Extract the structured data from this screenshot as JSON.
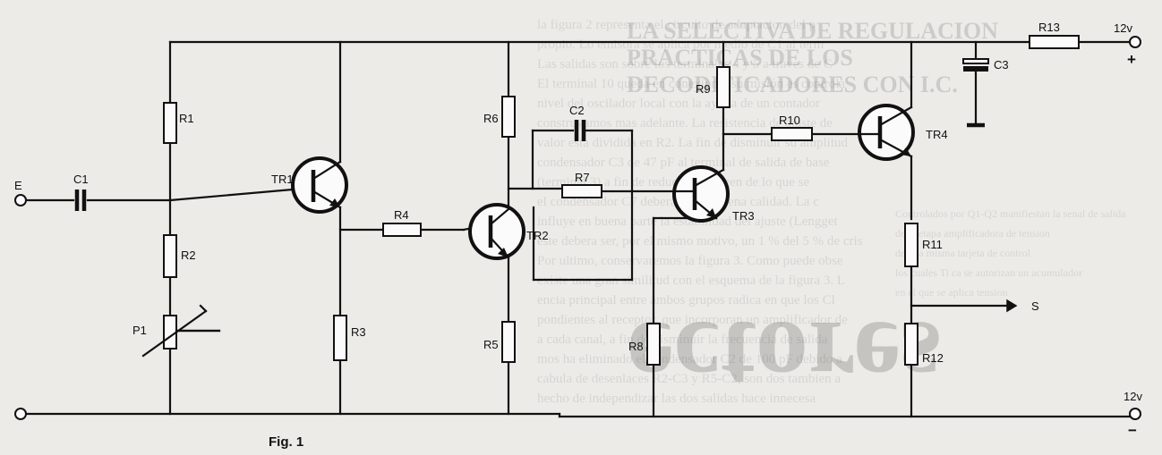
{
  "figure": {
    "caption": "Fig. 1",
    "input_label": "E",
    "output_label": "S",
    "supply_top": "12v",
    "supply_bottom": "12v",
    "plus_sign": "+",
    "minus_sign": "−"
  },
  "components": {
    "resistors": [
      "R1",
      "R2",
      "R3",
      "R4",
      "R5",
      "R6",
      "R7",
      "R8",
      "R9",
      "R10",
      "R11",
      "R12",
      "R13"
    ],
    "capacitors": [
      "C1",
      "C2",
      "C3"
    ],
    "transistors": [
      "TR1",
      "TR2",
      "TR3",
      "TR4"
    ],
    "potentiometer": "P1"
  },
  "background_text": [
    "la figura 2 representa el circuito de adaptacion del p",
    "propio. Lo emisora se aplica por medio de C1 al term",
    "Las salidas son sobre los terminales 4 y 5 a traves de C",
    "El terminal 10 queda en conexion y su misión es controla",
    "nivel del oscilador local con la ayuda de un contador",
    "construyamos mas adelante. La resistencia de ajuste de",
    "valor esta dividida en R2. La fin de disminuir su amplitud",
    "condensador C3 de 47 pF al terminal de salida de base",
    "(terminal 3) a fin de reducir el margen de lo que se",
    "el condensador C7 debera ser de buena calidad. La c",
    "influye en buena parte la estabilidad del ajuste (Lengget",
    "este debera ser, por el mismo motivo, un 1 % del 5 % de cris",
    "Por ultimo, conservaremos la figura 3. Como puede obse",
    "existe una gran similitud con el esquema de la figura 3. L",
    "encia principal entre ambos grupos radica en que los Cl",
    "pondientes al receptor, que incorporan un amplificador de",
    "a cada canal, a fin de disminuir la frecuencia de salida",
    "mos ha eliminado el condensador C2 de 100 pF debido a",
    "cabula de desenlaces R2-C3 y R5-C2, son dos tambien a",
    "hecho de independizar las dos salidas hace innecesa"
  ],
  "right_heading": [
    "LA SELECTIVA DE REGULACION",
    "PRACTICAS DE LOS",
    "DECODIFICADORES CON I.C."
  ],
  "right_big_word": "ectores",
  "right_small_text": [
    "Controlados por Q1-Q2 manifiestan la senal de salida",
    "de la etapa amplificadora de tension",
    "de una misma tarjeta de control",
    "los cuales Ti ca se autorizan un acumulador",
    "en el que se aplica tension"
  ]
}
